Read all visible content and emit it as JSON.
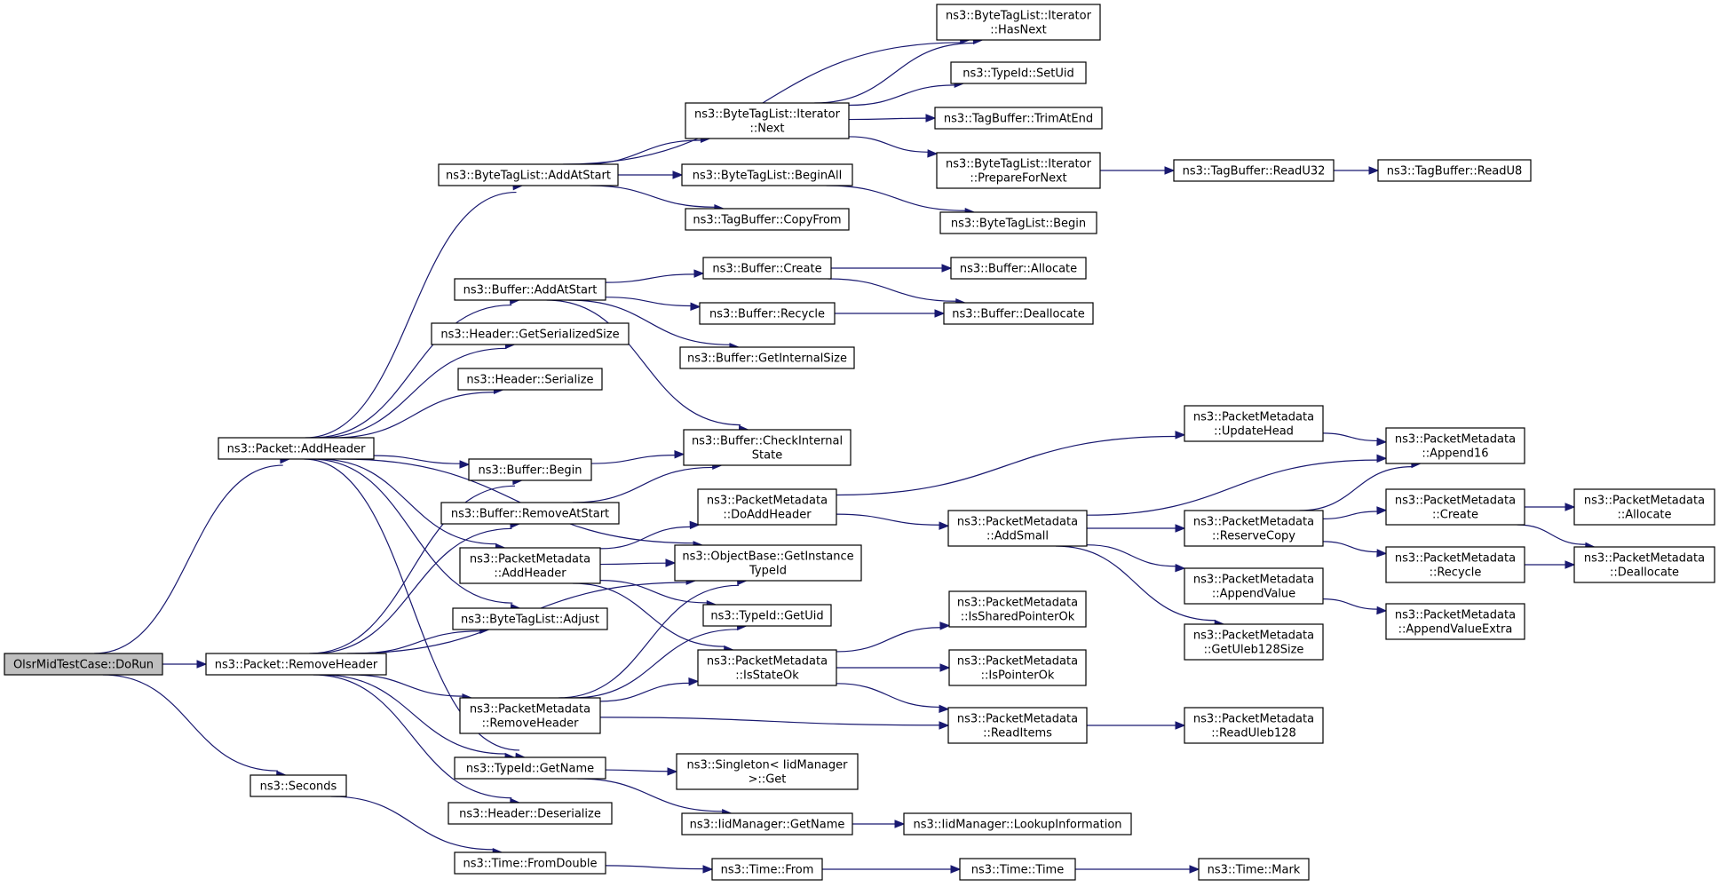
{
  "colors": {
    "edge": "#191970",
    "node_border": "#000000",
    "root_fill": "#bfbfbf",
    "node_fill": "#ffffff"
  },
  "nodes": {
    "root": [
      "OlsrMidTestCase::DoRun"
    ],
    "p_addheader": [
      "ns3::Packet::AddHeader"
    ],
    "p_removeheader": [
      "ns3::Packet::RemoveHeader"
    ],
    "seconds": [
      "ns3::Seconds"
    ],
    "btl_addatstart": [
      "ns3::ByteTagList::AddAtStart"
    ],
    "buf_addatstart": [
      "ns3::Buffer::AddAtStart"
    ],
    "hdr_getsersize": [
      "ns3::Header::GetSerializedSize"
    ],
    "hdr_serialize": [
      "ns3::Header::Serialize"
    ],
    "buf_begin": [
      "ns3::Buffer::Begin"
    ],
    "buf_removeatstart": [
      "ns3::Buffer::RemoveAtStart"
    ],
    "pm_addheader": [
      "ns3::PacketMetadata",
      "::AddHeader"
    ],
    "btl_adjust": [
      "ns3::ByteTagList::Adjust"
    ],
    "pm_removeheader": [
      "ns3::PacketMetadata",
      "::RemoveHeader"
    ],
    "tid_getname": [
      "ns3::TypeId::GetName"
    ],
    "hdr_deserialize": [
      "ns3::Header::Deserialize"
    ],
    "time_fromdouble": [
      "ns3::Time::FromDouble"
    ],
    "btli_next": [
      "ns3::ByteTagList::Iterator",
      "::Next"
    ],
    "btl_beginall": [
      "ns3::ByteTagList::BeginAll"
    ],
    "tb_copyfrom": [
      "ns3::TagBuffer::CopyFrom"
    ],
    "buf_create": [
      "ns3::Buffer::Create"
    ],
    "buf_recycle": [
      "ns3::Buffer::Recycle"
    ],
    "buf_getinternalsize": [
      "ns3::Buffer::GetInternalSize"
    ],
    "buf_checkinternal": [
      "ns3::Buffer::CheckInternal",
      "State"
    ],
    "pm_doaddheader": [
      "ns3::PacketMetadata",
      "::DoAddHeader"
    ],
    "ob_getinstancetypeid": [
      "ns3::ObjectBase::GetInstance",
      "TypeId"
    ],
    "tid_getuid": [
      "ns3::TypeId::GetUid"
    ],
    "pm_isstateok": [
      "ns3::PacketMetadata",
      "::IsStateOk"
    ],
    "singleton_get": [
      "ns3::Singleton< IidManager",
      ">::Get"
    ],
    "iid_getname": [
      "ns3::IidManager::GetName"
    ],
    "time_from": [
      "ns3::Time::From"
    ],
    "btli_hasnext": [
      "ns3::ByteTagList::Iterator",
      "::HasNext"
    ],
    "tid_setuid": [
      "ns3::TypeId::SetUid"
    ],
    "tb_trimatend": [
      "ns3::TagBuffer::TrimAtEnd"
    ],
    "btli_prepare": [
      "ns3::ByteTagList::Iterator",
      "::PrepareForNext"
    ],
    "btl_begin": [
      "ns3::ByteTagList::Begin"
    ],
    "buf_allocate": [
      "ns3::Buffer::Allocate"
    ],
    "buf_deallocate": [
      "ns3::Buffer::Deallocate"
    ],
    "pm_addsmall": [
      "ns3::PacketMetadata",
      "::AddSmall"
    ],
    "pm_issharedptr": [
      "ns3::PacketMetadata",
      "::IsSharedPointerOk"
    ],
    "pm_isptr": [
      "ns3::PacketMetadata",
      "::IsPointerOk"
    ],
    "pm_readitems": [
      "ns3::PacketMetadata",
      "::ReadItems"
    ],
    "iid_lookup": [
      "ns3::IidManager::LookupInformation"
    ],
    "time_time": [
      "ns3::Time::Time"
    ],
    "tb_readu32": [
      "ns3::TagBuffer::ReadU32"
    ],
    "pm_updatehead": [
      "ns3::PacketMetadata",
      "::UpdateHead"
    ],
    "pm_reservecopy": [
      "ns3::PacketMetadata",
      "::ReserveCopy"
    ],
    "pm_appendvalue": [
      "ns3::PacketMetadata",
      "::AppendValue"
    ],
    "pm_getuleb": [
      "ns3::PacketMetadata",
      "::GetUleb128Size"
    ],
    "pm_readuleb": [
      "ns3::PacketMetadata",
      "::ReadUleb128"
    ],
    "time_mark": [
      "ns3::Time::Mark"
    ],
    "tb_readu8": [
      "ns3::TagBuffer::ReadU8"
    ],
    "pm_append16": [
      "ns3::PacketMetadata",
      "::Append16"
    ],
    "pm_create": [
      "ns3::PacketMetadata",
      "::Create"
    ],
    "pm_recycle": [
      "ns3::PacketMetadata",
      "::Recycle"
    ],
    "pm_appendvalueextra": [
      "ns3::PacketMetadata",
      "::AppendValueExtra"
    ],
    "pm_allocate": [
      "ns3::PacketMetadata",
      "::Allocate"
    ],
    "pm_deallocate": [
      "ns3::PacketMetadata",
      "::Deallocate"
    ]
  },
  "edges": [
    [
      "root",
      "p_addheader"
    ],
    [
      "root",
      "p_removeheader"
    ],
    [
      "root",
      "seconds"
    ],
    [
      "p_addheader",
      "btl_addatstart"
    ],
    [
      "p_addheader",
      "buf_addatstart"
    ],
    [
      "p_addheader",
      "hdr_getsersize"
    ],
    [
      "p_addheader",
      "hdr_serialize"
    ],
    [
      "p_addheader",
      "buf_begin"
    ],
    [
      "p_addheader",
      "pm_addheader"
    ],
    [
      "p_addheader",
      "btl_adjust"
    ],
    [
      "p_addheader",
      "tid_getname"
    ],
    [
      "p_addheader",
      "ob_getinstancetypeid"
    ],
    [
      "p_removeheader",
      "buf_begin"
    ],
    [
      "p_removeheader",
      "buf_removeatstart"
    ],
    [
      "p_removeheader",
      "btl_adjust"
    ],
    [
      "p_removeheader",
      "pm_removeheader"
    ],
    [
      "p_removeheader",
      "tid_getname"
    ],
    [
      "p_removeheader",
      "hdr_deserialize"
    ],
    [
      "p_removeheader",
      "ob_getinstancetypeid"
    ],
    [
      "seconds",
      "time_fromdouble"
    ],
    [
      "btl_addatstart",
      "btli_hasnext"
    ],
    [
      "btl_addatstart",
      "btli_next"
    ],
    [
      "btl_addatstart",
      "btl_beginall"
    ],
    [
      "btl_addatstart",
      "tb_copyfrom"
    ],
    [
      "btli_next",
      "btli_hasnext"
    ],
    [
      "btli_next",
      "tid_setuid"
    ],
    [
      "btli_next",
      "tb_trimatend"
    ],
    [
      "btli_next",
      "btli_prepare"
    ],
    [
      "btli_prepare",
      "tb_readu32"
    ],
    [
      "tb_readu32",
      "tb_readu8"
    ],
    [
      "btl_beginall",
      "btl_begin"
    ],
    [
      "buf_addatstart",
      "buf_create"
    ],
    [
      "buf_addatstart",
      "buf_recycle"
    ],
    [
      "buf_addatstart",
      "buf_getinternalsize"
    ],
    [
      "buf_addatstart",
      "buf_checkinternal"
    ],
    [
      "buf_create",
      "buf_allocate"
    ],
    [
      "buf_create",
      "buf_deallocate"
    ],
    [
      "buf_recycle",
      "buf_deallocate"
    ],
    [
      "buf_begin",
      "buf_checkinternal"
    ],
    [
      "buf_removeatstart",
      "buf_checkinternal"
    ],
    [
      "pm_addheader",
      "pm_doaddheader"
    ],
    [
      "pm_addheader",
      "ob_getinstancetypeid"
    ],
    [
      "pm_addheader",
      "tid_getuid"
    ],
    [
      "pm_addheader",
      "pm_isstateok"
    ],
    [
      "pm_removeheader",
      "ob_getinstancetypeid"
    ],
    [
      "pm_removeheader",
      "tid_getuid"
    ],
    [
      "pm_removeheader",
      "pm_isstateok"
    ],
    [
      "pm_removeheader",
      "pm_readitems"
    ],
    [
      "pm_doaddheader",
      "pm_updatehead"
    ],
    [
      "pm_doaddheader",
      "pm_addsmall"
    ],
    [
      "pm_updatehead",
      "pm_append16"
    ],
    [
      "pm_addsmall",
      "pm_append16"
    ],
    [
      "pm_addsmall",
      "pm_reservecopy"
    ],
    [
      "pm_addsmall",
      "pm_appendvalue"
    ],
    [
      "pm_addsmall",
      "pm_getuleb"
    ],
    [
      "pm_reservecopy",
      "pm_append16"
    ],
    [
      "pm_reservecopy",
      "pm_create"
    ],
    [
      "pm_reservecopy",
      "pm_recycle"
    ],
    [
      "pm_create",
      "pm_allocate"
    ],
    [
      "pm_create",
      "pm_deallocate"
    ],
    [
      "pm_recycle",
      "pm_deallocate"
    ],
    [
      "pm_appendvalue",
      "pm_appendvalueextra"
    ],
    [
      "pm_isstateok",
      "pm_issharedptr"
    ],
    [
      "pm_isstateok",
      "pm_isptr"
    ],
    [
      "pm_isstateok",
      "pm_readitems"
    ],
    [
      "pm_readitems",
      "pm_readuleb"
    ],
    [
      "tid_getname",
      "singleton_get"
    ],
    [
      "tid_getname",
      "iid_getname"
    ],
    [
      "iid_getname",
      "iid_lookup"
    ],
    [
      "time_fromdouble",
      "time_from"
    ],
    [
      "time_from",
      "time_time"
    ],
    [
      "time_time",
      "time_mark"
    ]
  ]
}
